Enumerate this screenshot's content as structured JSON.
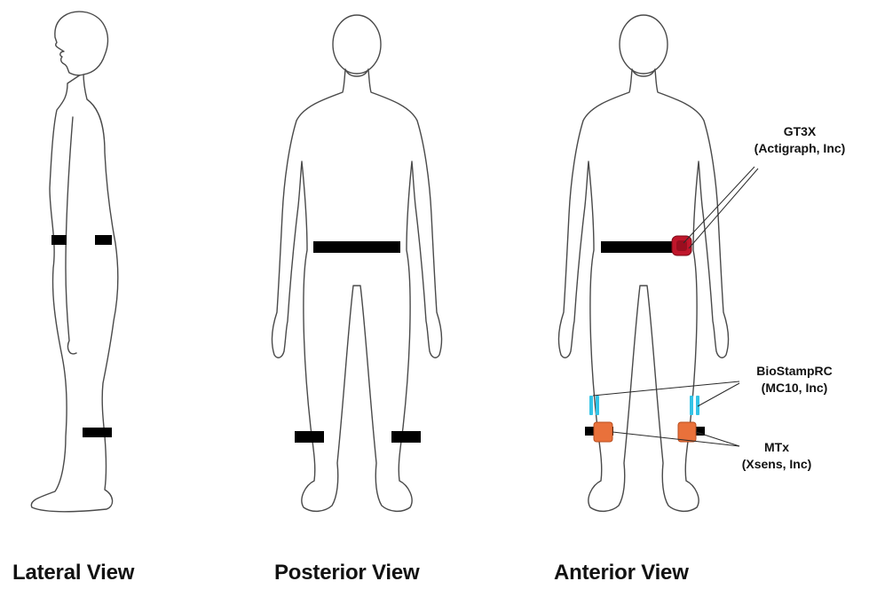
{
  "views": [
    {
      "label": "Lateral View"
    },
    {
      "label": "Posterior View"
    },
    {
      "label": "Anterior View"
    }
  ],
  "sensors": [
    {
      "name": "GT3X",
      "maker": "(Actigraph, Inc)",
      "placement": "waist belt, right hip",
      "color": "#c0162b"
    },
    {
      "name": "BioStampRC",
      "maker": "(MC10, Inc)",
      "placement": "above knees, both legs",
      "color": "#33c3e6"
    },
    {
      "name": "MTx",
      "maker": "(Xsens, Inc)",
      "placement": "below knees, both legs",
      "color": "#e9713b"
    }
  ],
  "colors": {
    "outline": "#4a4a4a",
    "strap": "#000000",
    "background": "#ffffff"
  }
}
